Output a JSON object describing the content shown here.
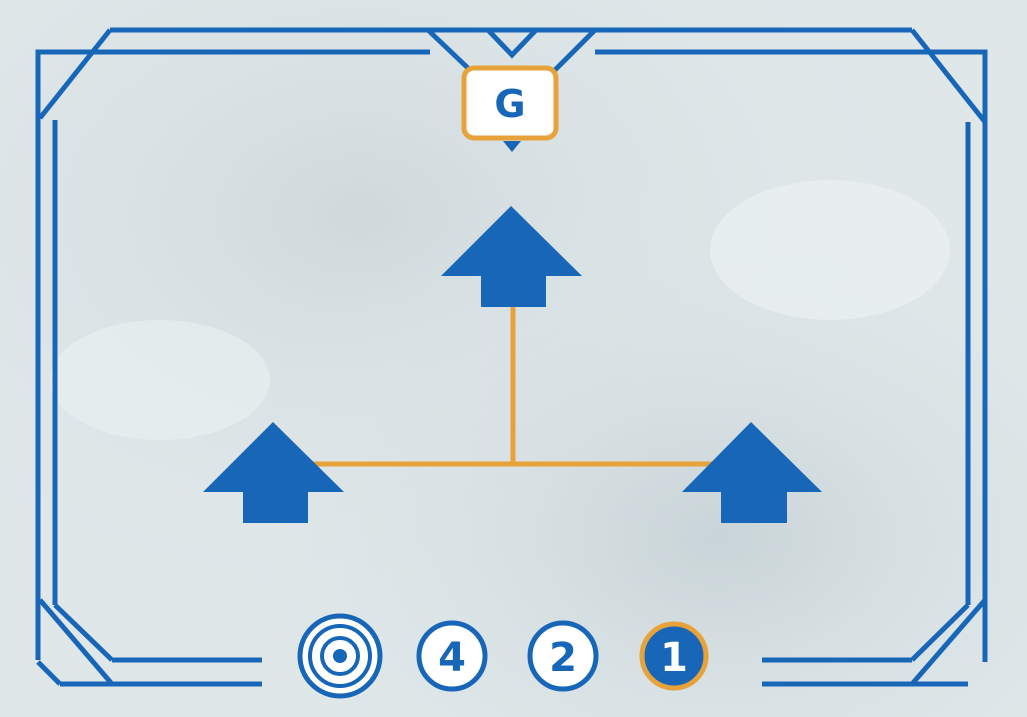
{
  "card": {
    "code": "G",
    "tokens": [
      {
        "kind": "target-symbol",
        "label": ""
      },
      {
        "kind": "number",
        "label": "4",
        "style": "outline"
      },
      {
        "kind": "number",
        "label": "2",
        "style": "outline"
      },
      {
        "kind": "number",
        "label": "1",
        "style": "filled"
      }
    ]
  },
  "colors": {
    "frame_blue": "#1766b8",
    "connector_orange": "#e8a23a",
    "background": "#dfe7e9",
    "badge_fill": "#ffffff"
  },
  "icons": {
    "arrows": "up-arrow-icon",
    "target": "target-icon"
  }
}
